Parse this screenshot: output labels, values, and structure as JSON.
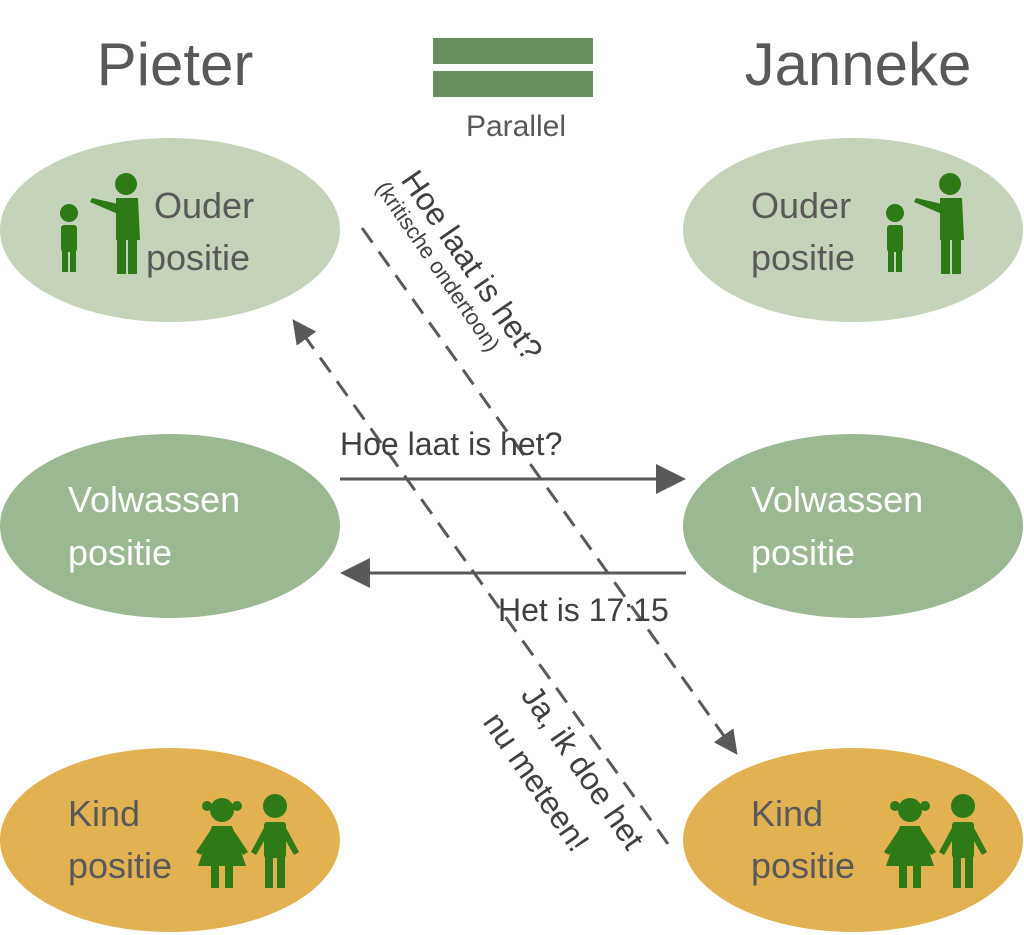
{
  "persons": {
    "left": "Pieter",
    "right": "Janneke"
  },
  "legend": {
    "label": "Parallel",
    "color": "#6a8f5f"
  },
  "nodes": {
    "parent": {
      "line1": "Ouder",
      "line2": "positie",
      "color": "#c4d3b9"
    },
    "adult": {
      "line1": "Volwassen",
      "line2": "positie",
      "color": "#9cb893"
    },
    "child": {
      "line1": "Kind",
      "line2": "positie",
      "color": "#e1b152"
    }
  },
  "icons": {
    "parent": "parent-child-icon",
    "child": "two-children-icon",
    "icon_color": "#2d7a16"
  },
  "messages": {
    "adult_to_adult": "Hoe laat is het?",
    "adult_reply": "Het is 17:15",
    "parent_to_child_line1": "Hoe laat is het?",
    "parent_to_child_line2": "(kritische ondertoon)",
    "child_to_parent_line1": "Ja, ik doe het",
    "child_to_parent_line2": "nu meteen!"
  },
  "colors": {
    "arrow": "#595959",
    "text_dark": "#595959"
  }
}
